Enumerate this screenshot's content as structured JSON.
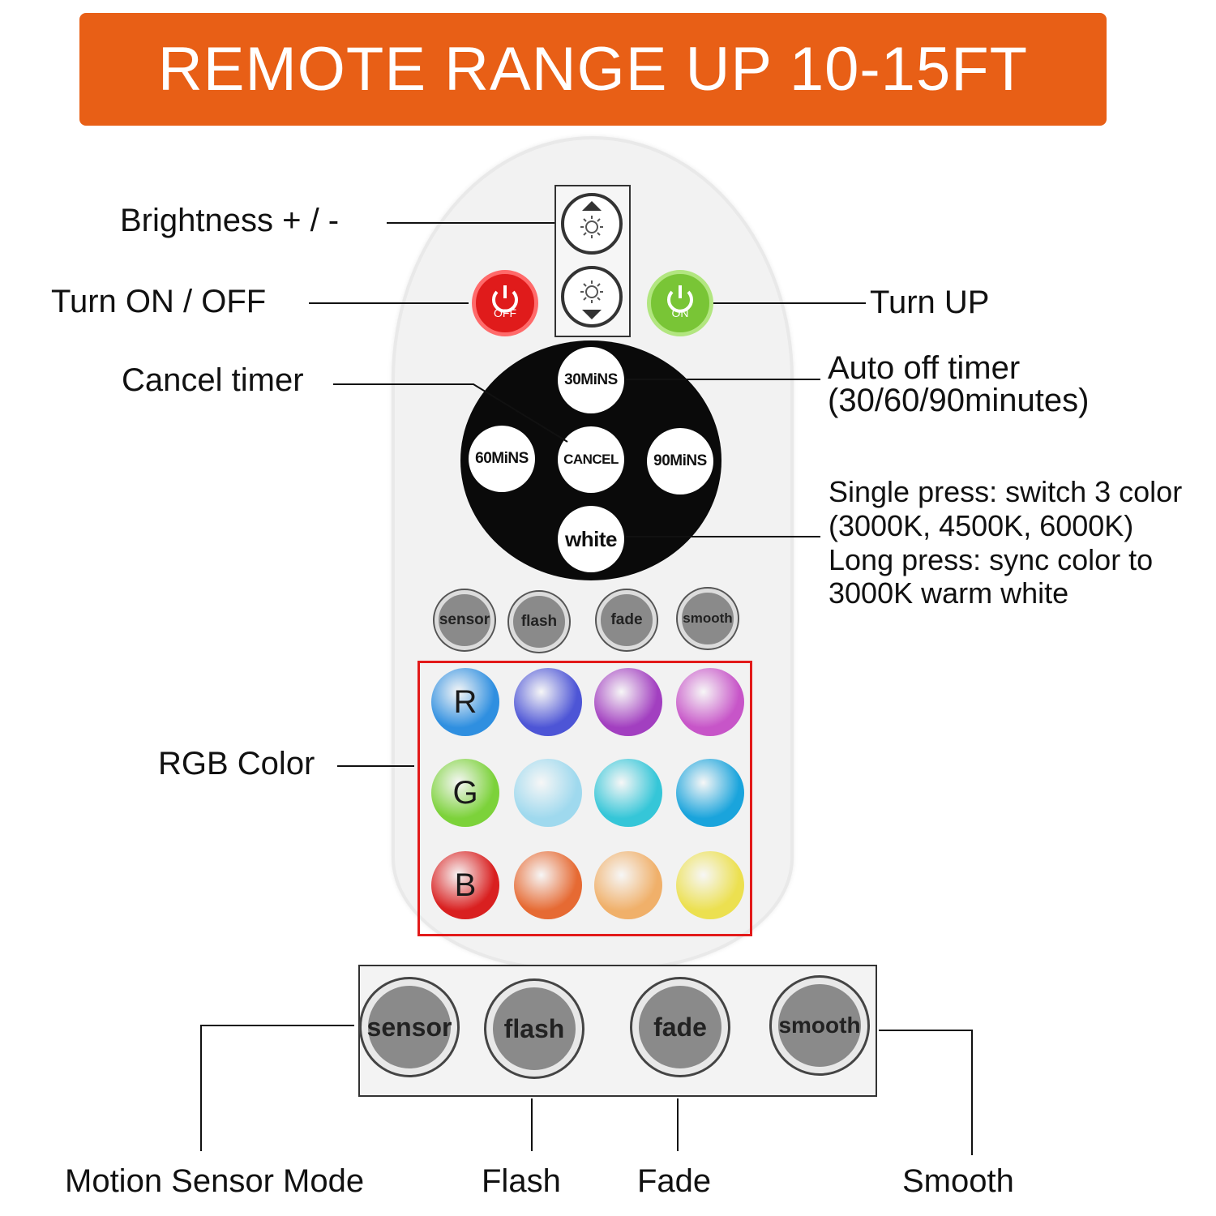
{
  "banner": {
    "title": "REMOTE RANGE UP 10-15FT",
    "color": "#e85f16"
  },
  "labels": {
    "brightness": "Brightness + / -",
    "turn_on_off": "Turn ON / OFF",
    "turn_up": "Turn UP",
    "cancel_timer": "Cancel timer",
    "auto_off_line1": "Auto off timer",
    "auto_off_line2": "(30/60/90minutes)",
    "white_line1": "Single press: switch 3 color",
    "white_line2": "(3000K, 4500K, 6000K)",
    "white_line3": "Long press: sync color to",
    "white_line4": "3000K warm white",
    "rgb_color": "RGB Color",
    "motion_sensor_mode": "Motion Sensor Mode",
    "flash": "Flash",
    "fade": "Fade",
    "smooth": "Smooth"
  },
  "remote": {
    "power_off": "OFF",
    "power_on": "ON",
    "timer_buttons": {
      "t30": "30MiNS",
      "t60": "60MiNS",
      "t90": "90MiNS",
      "cancel": "CANCEL",
      "white": "white"
    },
    "mode_buttons": [
      "sensor",
      "flash",
      "fade",
      "smooth"
    ],
    "rgb_rows": [
      {
        "label": "R",
        "colors": [
          "#2f8fe0",
          "#4d55d6",
          "#a23fc0",
          "#c755c8"
        ]
      },
      {
        "label": "G",
        "colors": [
          "#7cd23a",
          "#9fd9ee",
          "#35c6d8",
          "#1aa4dc"
        ]
      },
      {
        "label": "B",
        "colors": [
          "#d92020",
          "#e66a33",
          "#f0b06a",
          "#ece050"
        ]
      }
    ]
  },
  "colors": {
    "off_red": "#e01b1b",
    "on_green": "#79c536",
    "rgb_frame": "#e21a1a"
  }
}
